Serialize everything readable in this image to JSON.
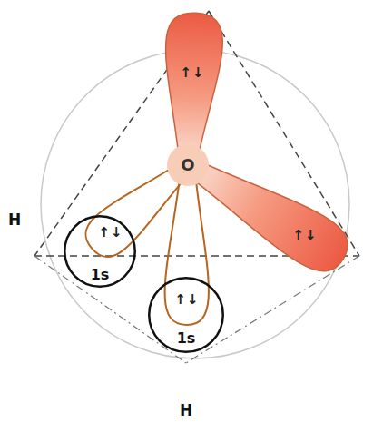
{
  "diagram": {
    "nodes": [
      {
        "text": [
          "O"
        ]
      },
      {
        "text": [
          "H",
          "1s"
        ]
      },
      {
        "text": [
          "1s",
          "H"
        ]
      }
    ],
    "labels": [
      "↑↓",
      "↑↓",
      "↑↓",
      "↑↓"
    ]
  }
}
